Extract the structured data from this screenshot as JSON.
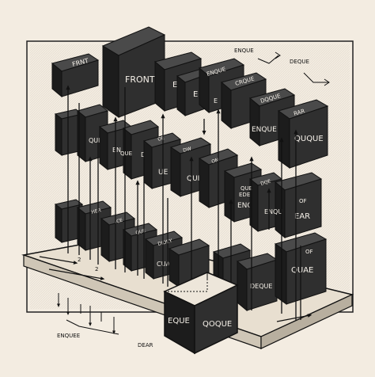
{
  "colors": {
    "background": "#f3ece1",
    "box_dark": "#1c1c1c",
    "box_mid": "#2f2f2f",
    "box_light": "#4a4a4a",
    "platform": "#e8dfd0",
    "ink": "#111111",
    "paper_box": "#ede6da"
  },
  "labels": {
    "front_small": "FRNT",
    "front": "FRONT",
    "edit": "EDIT",
    "e_top": "E",
    "enque_top": "ENQUE",
    "e_mid": "E",
    "enque_box": "ENQUE",
    "crque": "CRQUE",
    "dqque": "DQQUE",
    "rar": "RAR",
    "quque": "QUQUE",
    "enque_annot": "ENQUE",
    "deque_annot": "DEQUE",
    "row2_a": "QUE",
    "row2_b": "EN",
    "row2_c": "DE",
    "row2_d": "QUE",
    "row2_e": "UE",
    "row2_f": "OE",
    "row2_g": "DW",
    "row2_h": "QUE",
    "row2_i": "ON",
    "row2_j": "ENQ",
    "row2_k": "DQE",
    "row3_a": "HER",
    "row3_b": "ICE",
    "row3_c": "QUE",
    "row3_d": "ENQU",
    "row3_e": "DIDEY",
    "row3_f": "EDE",
    "row3_g": "EAR",
    "row3_h": "OF",
    "row3_i": "OF",
    "row4_a": "CUA",
    "row4_b": "DEQUE",
    "row4_c": "QUAE",
    "mark_2a": "2",
    "mark_2b": "2",
    "big_left": "EQUE",
    "big_right": "QOQUE",
    "bottom_enqueue": "ENQUEE",
    "bottom_dear": "DEAR"
  }
}
